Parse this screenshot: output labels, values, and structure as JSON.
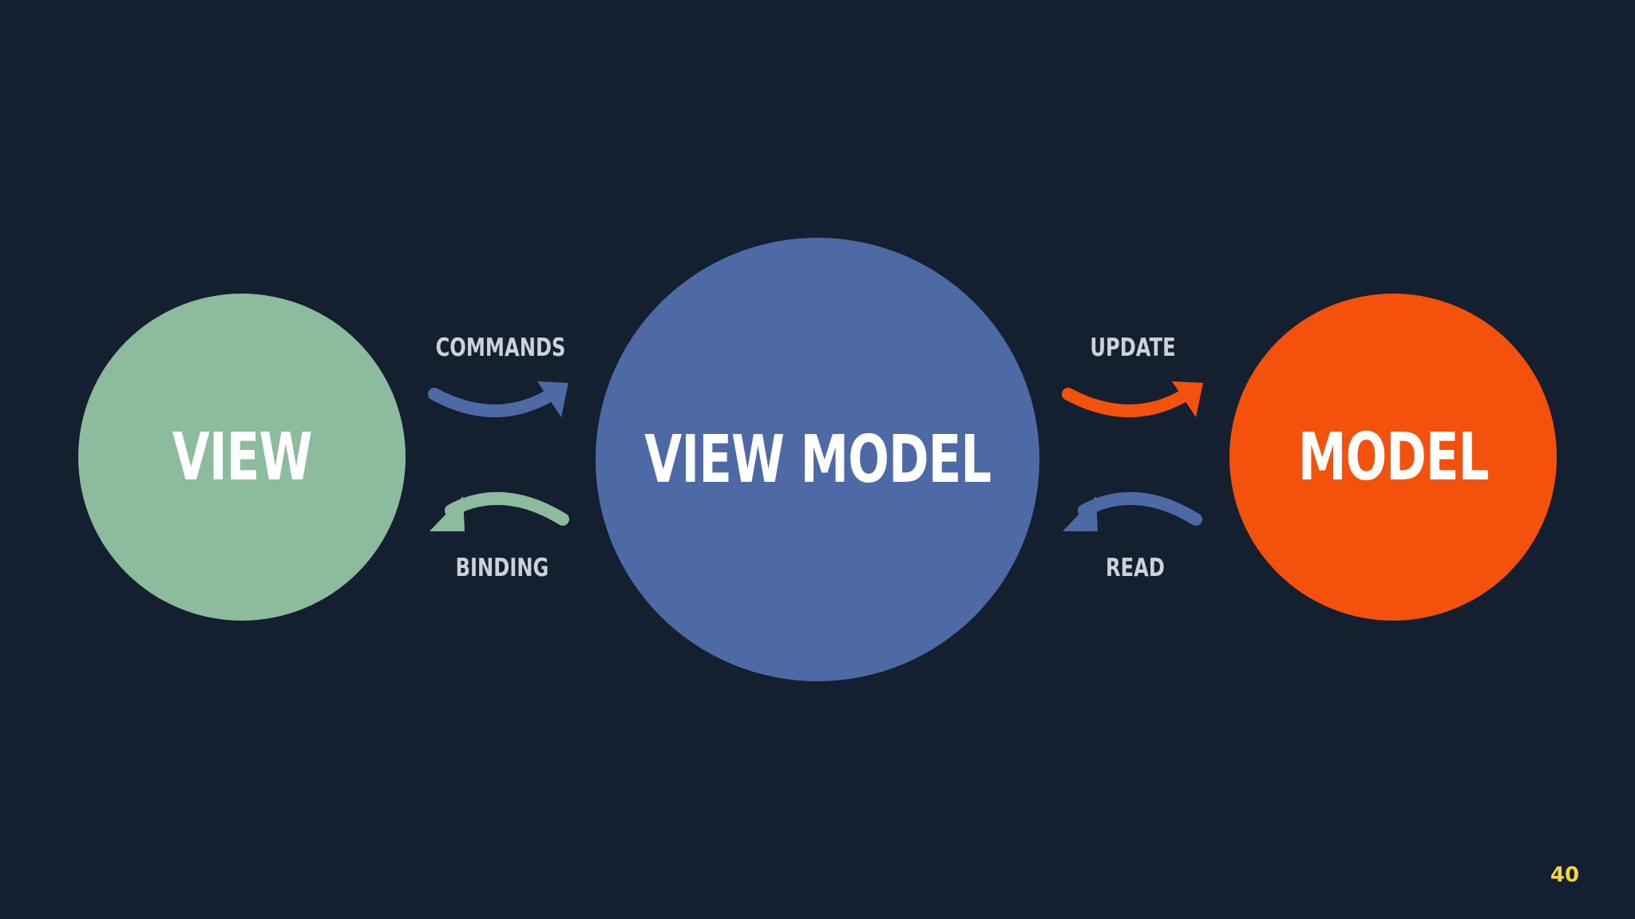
{
  "nodes": {
    "view": {
      "label": "VIEW",
      "color": "#8dbb9d"
    },
    "view_model": {
      "label": "VIEW MODEL",
      "color": "#4d6aa6"
    },
    "model": {
      "label": "MODEL",
      "color": "#f4520c"
    }
  },
  "edges": {
    "commands": {
      "label": "COMMANDS",
      "color": "#4d6aa6"
    },
    "binding": {
      "label": "BINDING",
      "color": "#8dbb9d"
    },
    "update": {
      "label": "UPDATE",
      "color": "#f4520c"
    },
    "read": {
      "label": "READ",
      "color": "#4d6aa6"
    }
  },
  "page_number": "40"
}
